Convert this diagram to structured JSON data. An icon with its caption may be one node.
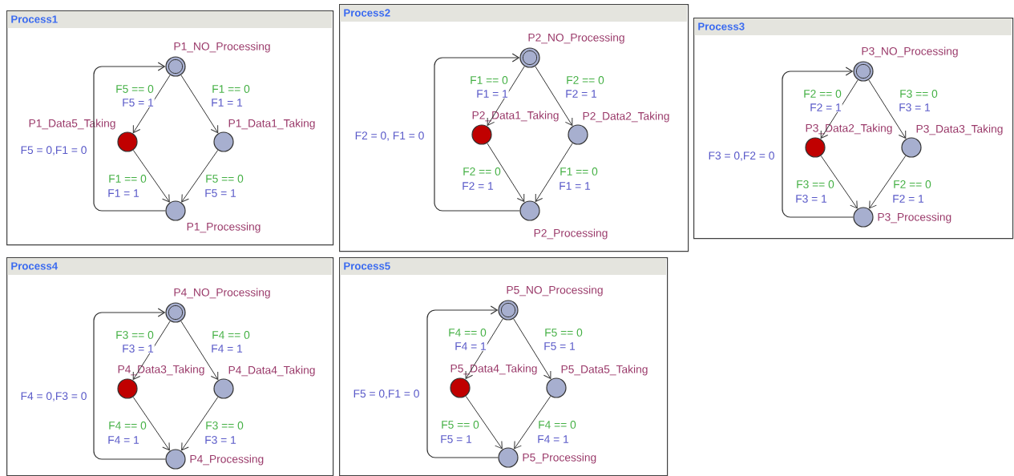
{
  "diagram": {
    "nodes": [
      {
        "text": [
          "Process1"
        ]
      },
      {
        "text": [
          "P1_NO_Processing"
        ],
        "in": 0
      },
      {
        "text": [
          "P1_Data5_Taking"
        ],
        "in": 0
      },
      {
        "text": [
          "P1_Data1_Taking"
        ],
        "in": 0
      },
      {
        "text": [
          "P1_Processing"
        ],
        "in": 0
      },
      {
        "text": [
          "Process2"
        ]
      },
      {
        "text": [
          "P2_NO_Processing"
        ],
        "in": 5
      },
      {
        "text": [
          "P2_Data1_Taking"
        ],
        "in": 5
      },
      {
        "text": [
          "P2_Data2_Taking"
        ],
        "in": 5
      },
      {
        "text": [
          "P2_Processing"
        ],
        "in": 5
      },
      {
        "text": [
          "Process3"
        ]
      },
      {
        "text": [
          "P3_NO_Processing"
        ],
        "in": 10
      },
      {
        "text": [
          "P3_Data2_Taking"
        ],
        "in": 10
      },
      {
        "text": [
          "P3_Data3_Taking"
        ],
        "in": 10
      },
      {
        "text": [
          "P3_Processing"
        ],
        "in": 10
      },
      {
        "text": [
          "Process4"
        ]
      },
      {
        "text": [
          "P4_NO_Processing"
        ],
        "in": 15
      },
      {
        "text": [
          "P4_Data3_Taking"
        ],
        "in": 15
      },
      {
        "text": [
          "P4_Data4_Taking"
        ],
        "in": 15
      },
      {
        "text": [
          "P4_Processing"
        ],
        "in": 15
      },
      {
        "text": [
          "Process5"
        ]
      },
      {
        "text": [
          "P5_NO_Processing"
        ],
        "in": 20
      },
      {
        "text": [
          "P5_Data4_Taking"
        ],
        "in": 20
      },
      {
        "text": [
          "P5_Data5_Taking"
        ],
        "in": 20
      },
      {
        "text": [
          "P5_Processing"
        ],
        "in": 20
      }
    ],
    "edges": [
      {
        "from": 1,
        "to": 2,
        "arrow": "to",
        "label": "F5 == 0"
      },
      {
        "from": 1,
        "to": 3,
        "arrow": "to",
        "label": "F1 == 0"
      },
      {
        "from": 2,
        "to": 4,
        "arrow": "to",
        "label": "F1 == 0"
      },
      {
        "from": 3,
        "to": 4,
        "arrow": "to",
        "label": "F5 == 0"
      },
      {
        "from": 4,
        "to": 1,
        "arrow": "to",
        "label": "F5 = 0,F1 = 0"
      },
      {
        "from": 6,
        "to": 7,
        "arrow": "to",
        "label": "F1 == 0"
      },
      {
        "from": 6,
        "to": 8,
        "arrow": "to",
        "label": "F2 == 0"
      },
      {
        "from": 7,
        "to": 9,
        "arrow": "to",
        "label": "F2 == 0"
      },
      {
        "from": 8,
        "to": 9,
        "arrow": "to",
        "label": "F1 == 0"
      },
      {
        "from": 9,
        "to": 6,
        "arrow": "to",
        "label": "F2 = 0, F1 = 0"
      },
      {
        "from": 11,
        "to": 12,
        "arrow": "to",
        "label": "F2 == 0"
      },
      {
        "from": 11,
        "to": 13,
        "arrow": "to",
        "label": "F3 == 0"
      },
      {
        "from": 12,
        "to": 14,
        "arrow": "to",
        "label": "F3 == 0"
      },
      {
        "from": 13,
        "to": 14,
        "arrow": "to",
        "label": "F2 == 0"
      },
      {
        "from": 14,
        "to": 11,
        "arrow": "to",
        "label": "F3 = 0,F2 = 0"
      },
      {
        "from": 16,
        "to": 17,
        "arrow": "to",
        "label": "F3 == 0"
      },
      {
        "from": 16,
        "to": 18,
        "arrow": "to",
        "label": "F4 == 0"
      },
      {
        "from": 17,
        "to": 19,
        "arrow": "to",
        "label": "F4 == 0"
      },
      {
        "from": 18,
        "to": 19,
        "arrow": "to",
        "label": "F3 == 0"
      },
      {
        "from": 19,
        "to": 16,
        "arrow": "to",
        "label": "F4 = 0,F3 = 0"
      },
      {
        "from": 21,
        "to": 22,
        "arrow": "to",
        "label": "F4 == 0"
      },
      {
        "from": 21,
        "to": 23,
        "arrow": "to",
        "label": "F5 == 0"
      },
      {
        "from": 22,
        "to": 24,
        "arrow": "to",
        "label": "F5 == 0"
      },
      {
        "from": 23,
        "to": 24,
        "arrow": "to",
        "label": "F4 == 0"
      },
      {
        "from": 24,
        "to": 21,
        "arrow": "to",
        "label": "F5 = 0,F1 = 0"
      }
    ],
    "labels": [
      "F5 = 1",
      "F1 = 1",
      "F1 = 1",
      "F5 = 1",
      "F1 = 1",
      "F2 = 1",
      "F2 = 1",
      "F1 = 1",
      "F2 = 1",
      "F3 = 1",
      "F3 = 1",
      "F2 = 1",
      "F3 = 1",
      "F4 = 1",
      "F4 = 1",
      "F3 = 1",
      "F4 = 1",
      "F5 = 1",
      "F5 = 1",
      "F4 = 1"
    ]
  }
}
